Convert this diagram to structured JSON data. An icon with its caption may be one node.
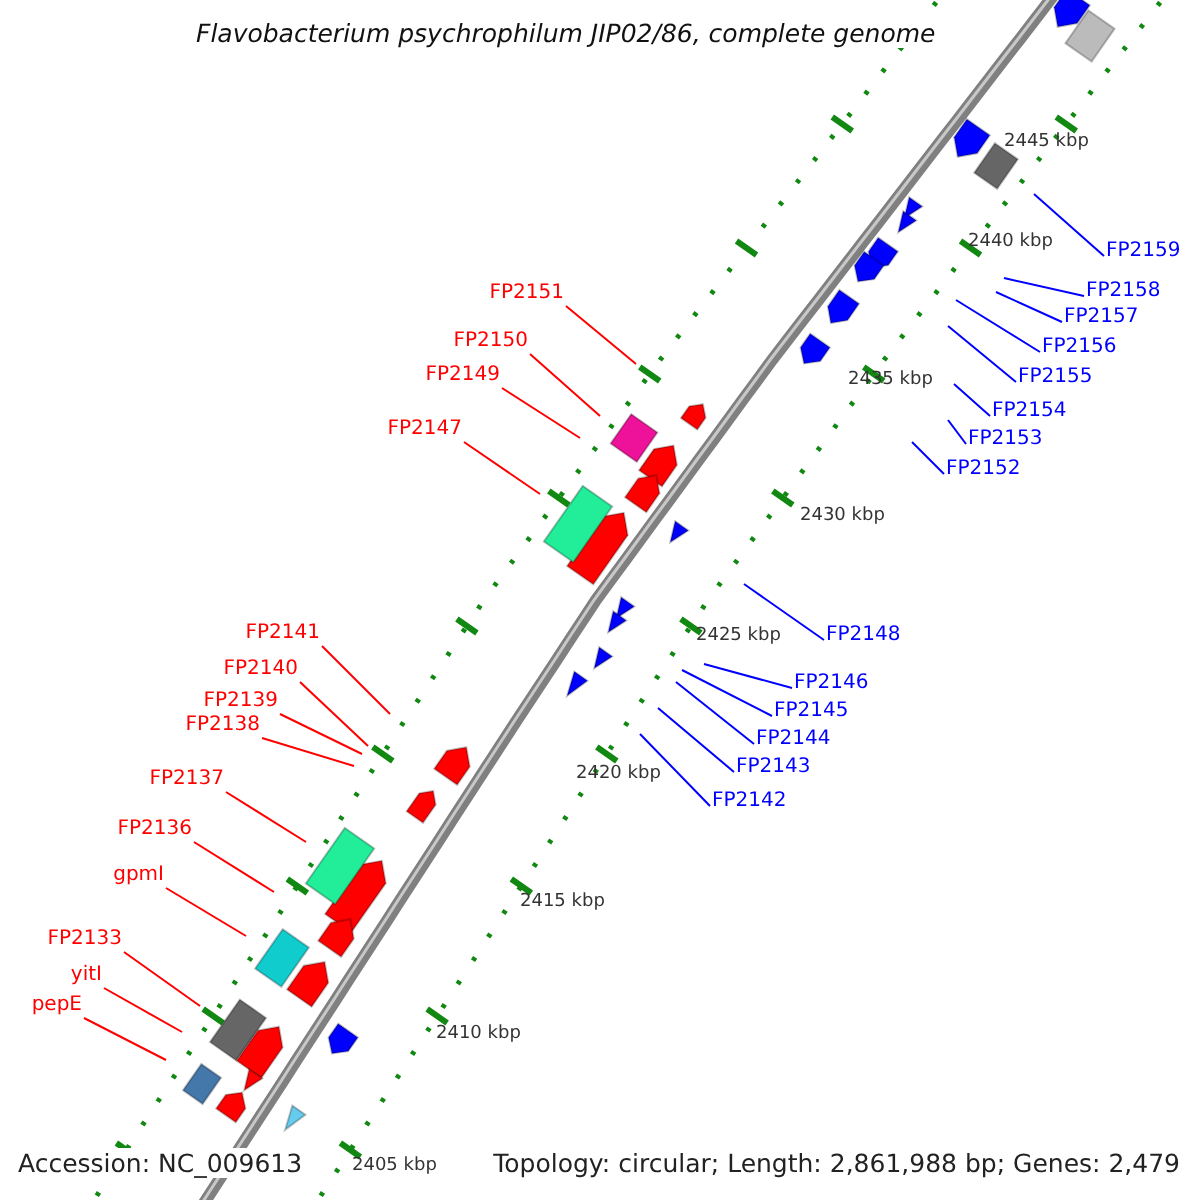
{
  "diagram": {
    "title": "Flavobacterium psychrophilum JIP02/86, complete genome",
    "nodes": [
      {
        "text": [
          "FP2151"
        ]
      },
      {
        "text": [
          "FP2150"
        ]
      },
      {
        "text": [
          "FP2149"
        ]
      },
      {
        "text": [
          "FP2147"
        ]
      },
      {
        "text": [
          "FP2141"
        ]
      },
      {
        "text": [
          "FP2140"
        ]
      },
      {
        "text": [
          "FP2139"
        ]
      },
      {
        "text": [
          "FP2138"
        ]
      },
      {
        "text": [
          "FP2137"
        ]
      },
      {
        "text": [
          "FP2136"
        ]
      },
      {
        "text": [
          "gpmI"
        ]
      },
      {
        "text": [
          "FP2133"
        ]
      },
      {
        "text": [
          "yitI"
        ]
      },
      {
        "text": [
          "pepE"
        ]
      },
      {
        "text": [
          "FP2159"
        ]
      },
      {
        "text": [
          "FP2158"
        ]
      },
      {
        "text": [
          "FP2157"
        ]
      },
      {
        "text": [
          "FP2156"
        ]
      },
      {
        "text": [
          "FP2155"
        ]
      },
      {
        "text": [
          "FP2154"
        ]
      },
      {
        "text": [
          "FP2153"
        ]
      },
      {
        "text": [
          "FP2152"
        ]
      },
      {
        "text": [
          "FP2148"
        ]
      },
      {
        "text": [
          "FP2146"
        ]
      },
      {
        "text": [
          "FP2145"
        ]
      },
      {
        "text": [
          "FP2144"
        ]
      },
      {
        "text": [
          "FP2143"
        ]
      },
      {
        "text": [
          "FP2142"
        ]
      }
    ],
    "edges": [
      {
        "from": 0,
        "to": null,
        "arrow": "none",
        "color": "#ff0000"
      },
      {
        "from": 1,
        "to": null,
        "arrow": "none",
        "color": "#ff0000"
      },
      {
        "from": 2,
        "to": null,
        "arrow": "none",
        "color": "#ff0000"
      },
      {
        "from": 3,
        "to": null,
        "arrow": "none",
        "color": "#ff0000"
      },
      {
        "from": 4,
        "to": null,
        "arrow": "none",
        "color": "#ff0000"
      },
      {
        "from": 5,
        "to": null,
        "arrow": "none",
        "color": "#ff0000"
      },
      {
        "from": 6,
        "to": null,
        "arrow": "none",
        "color": "#ff0000"
      },
      {
        "from": 7,
        "to": null,
        "arrow": "none",
        "color": "#ff0000"
      },
      {
        "from": 8,
        "to": null,
        "arrow": "none",
        "color": "#ff0000"
      },
      {
        "from": 9,
        "to": null,
        "arrow": "none",
        "color": "#ff0000"
      },
      {
        "from": 10,
        "to": null,
        "arrow": "none",
        "color": "#ff0000"
      },
      {
        "from": 11,
        "to": null,
        "arrow": "none",
        "color": "#ff0000"
      },
      {
        "from": 12,
        "to": null,
        "arrow": "none",
        "color": "#ff0000"
      },
      {
        "from": 13,
        "to": null,
        "arrow": "none",
        "color": "#ff0000"
      },
      {
        "from": 14,
        "to": null,
        "arrow": "none",
        "color": "#0000ff"
      },
      {
        "from": 15,
        "to": null,
        "arrow": "none",
        "color": "#0000ff"
      },
      {
        "from": 16,
        "to": null,
        "arrow": "none",
        "color": "#0000ff"
      },
      {
        "from": 17,
        "to": null,
        "arrow": "none",
        "color": "#0000ff"
      },
      {
        "from": 18,
        "to": null,
        "arrow": "none",
        "color": "#0000ff"
      },
      {
        "from": 19,
        "to": null,
        "arrow": "none",
        "color": "#0000ff"
      },
      {
        "from": 20,
        "to": null,
        "arrow": "none",
        "color": "#0000ff"
      },
      {
        "from": 21,
        "to": null,
        "arrow": "none",
        "color": "#0000ff"
      },
      {
        "from": 22,
        "to": null,
        "arrow": "none",
        "color": "#0000ff"
      },
      {
        "from": 23,
        "to": null,
        "arrow": "none",
        "color": "#0000ff"
      },
      {
        "from": 24,
        "to": null,
        "arrow": "none",
        "color": "#0000ff"
      },
      {
        "from": 25,
        "to": null,
        "arrow": "none",
        "color": "#0000ff"
      },
      {
        "from": 26,
        "to": null,
        "arrow": "none",
        "color": "#0000ff"
      },
      {
        "from": 27,
        "to": null,
        "arrow": "none",
        "color": "#0000ff"
      }
    ],
    "labels": [
      "2445 kbp",
      "2440 kbp",
      "2435 kbp",
      "2430 kbp",
      "2425 kbp",
      "2420 kbp",
      "2415 kbp",
      "2410 kbp",
      "Accession: NC_009613",
      "2405 kbp",
      "Topology: circular; Length: 2,861,988 bp; Genes: 2,479"
    ]
  }
}
